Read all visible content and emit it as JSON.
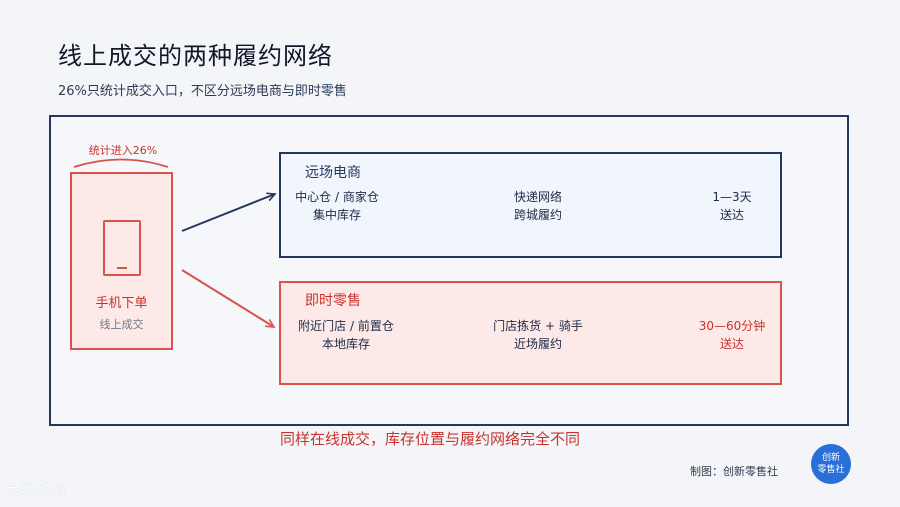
{
  "title": "线上成交的两种履约网络",
  "subtitle": "26%只统计成交入口，不区分远场电商与即时零售",
  "entry": {
    "count_label": "统计进入26%",
    "label": "手机下单",
    "sub": "线上成交"
  },
  "remote": {
    "title": "远场电商",
    "steps": [
      {
        "line1": "中心仓 / 商家仓",
        "line2": "集中库存"
      },
      {
        "line1": "快递网络",
        "line2": "跨城履约"
      },
      {
        "line1": "1—3天",
        "line2": "送达"
      }
    ]
  },
  "instant": {
    "title": "即时零售",
    "steps": [
      {
        "line1": "附近门店 / 前置仓",
        "line2": "本地库存"
      },
      {
        "line1": "门店拣货 + 骑手",
        "line2": "近场履约"
      },
      {
        "line1": "30—60分钟",
        "line2": "送达"
      }
    ]
  },
  "footnote": "同样在线成交，库存位置与履约网络完全不同",
  "credit": "制图：创新零售社",
  "badge": {
    "line1": "创新",
    "line2": "零售社"
  },
  "watermark": "大数跨境",
  "colors": {
    "navy": "#24375e",
    "red": "#d9534a",
    "red_fill": "#fde9e7",
    "blue_fill": "#f1f6fd",
    "badge": "#2a6fd6"
  }
}
